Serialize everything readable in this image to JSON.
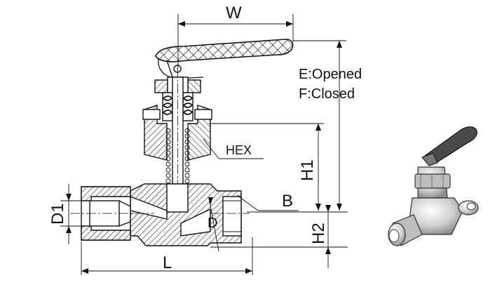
{
  "labels": {
    "width": "W",
    "hex": "HEX",
    "height_1": "H1",
    "height_2": "H2",
    "length": "L",
    "diameter_1": "D1",
    "diameter": "D",
    "bore": "B",
    "opened_note": "E:Opened",
    "closed_note": "F:Closed"
  }
}
